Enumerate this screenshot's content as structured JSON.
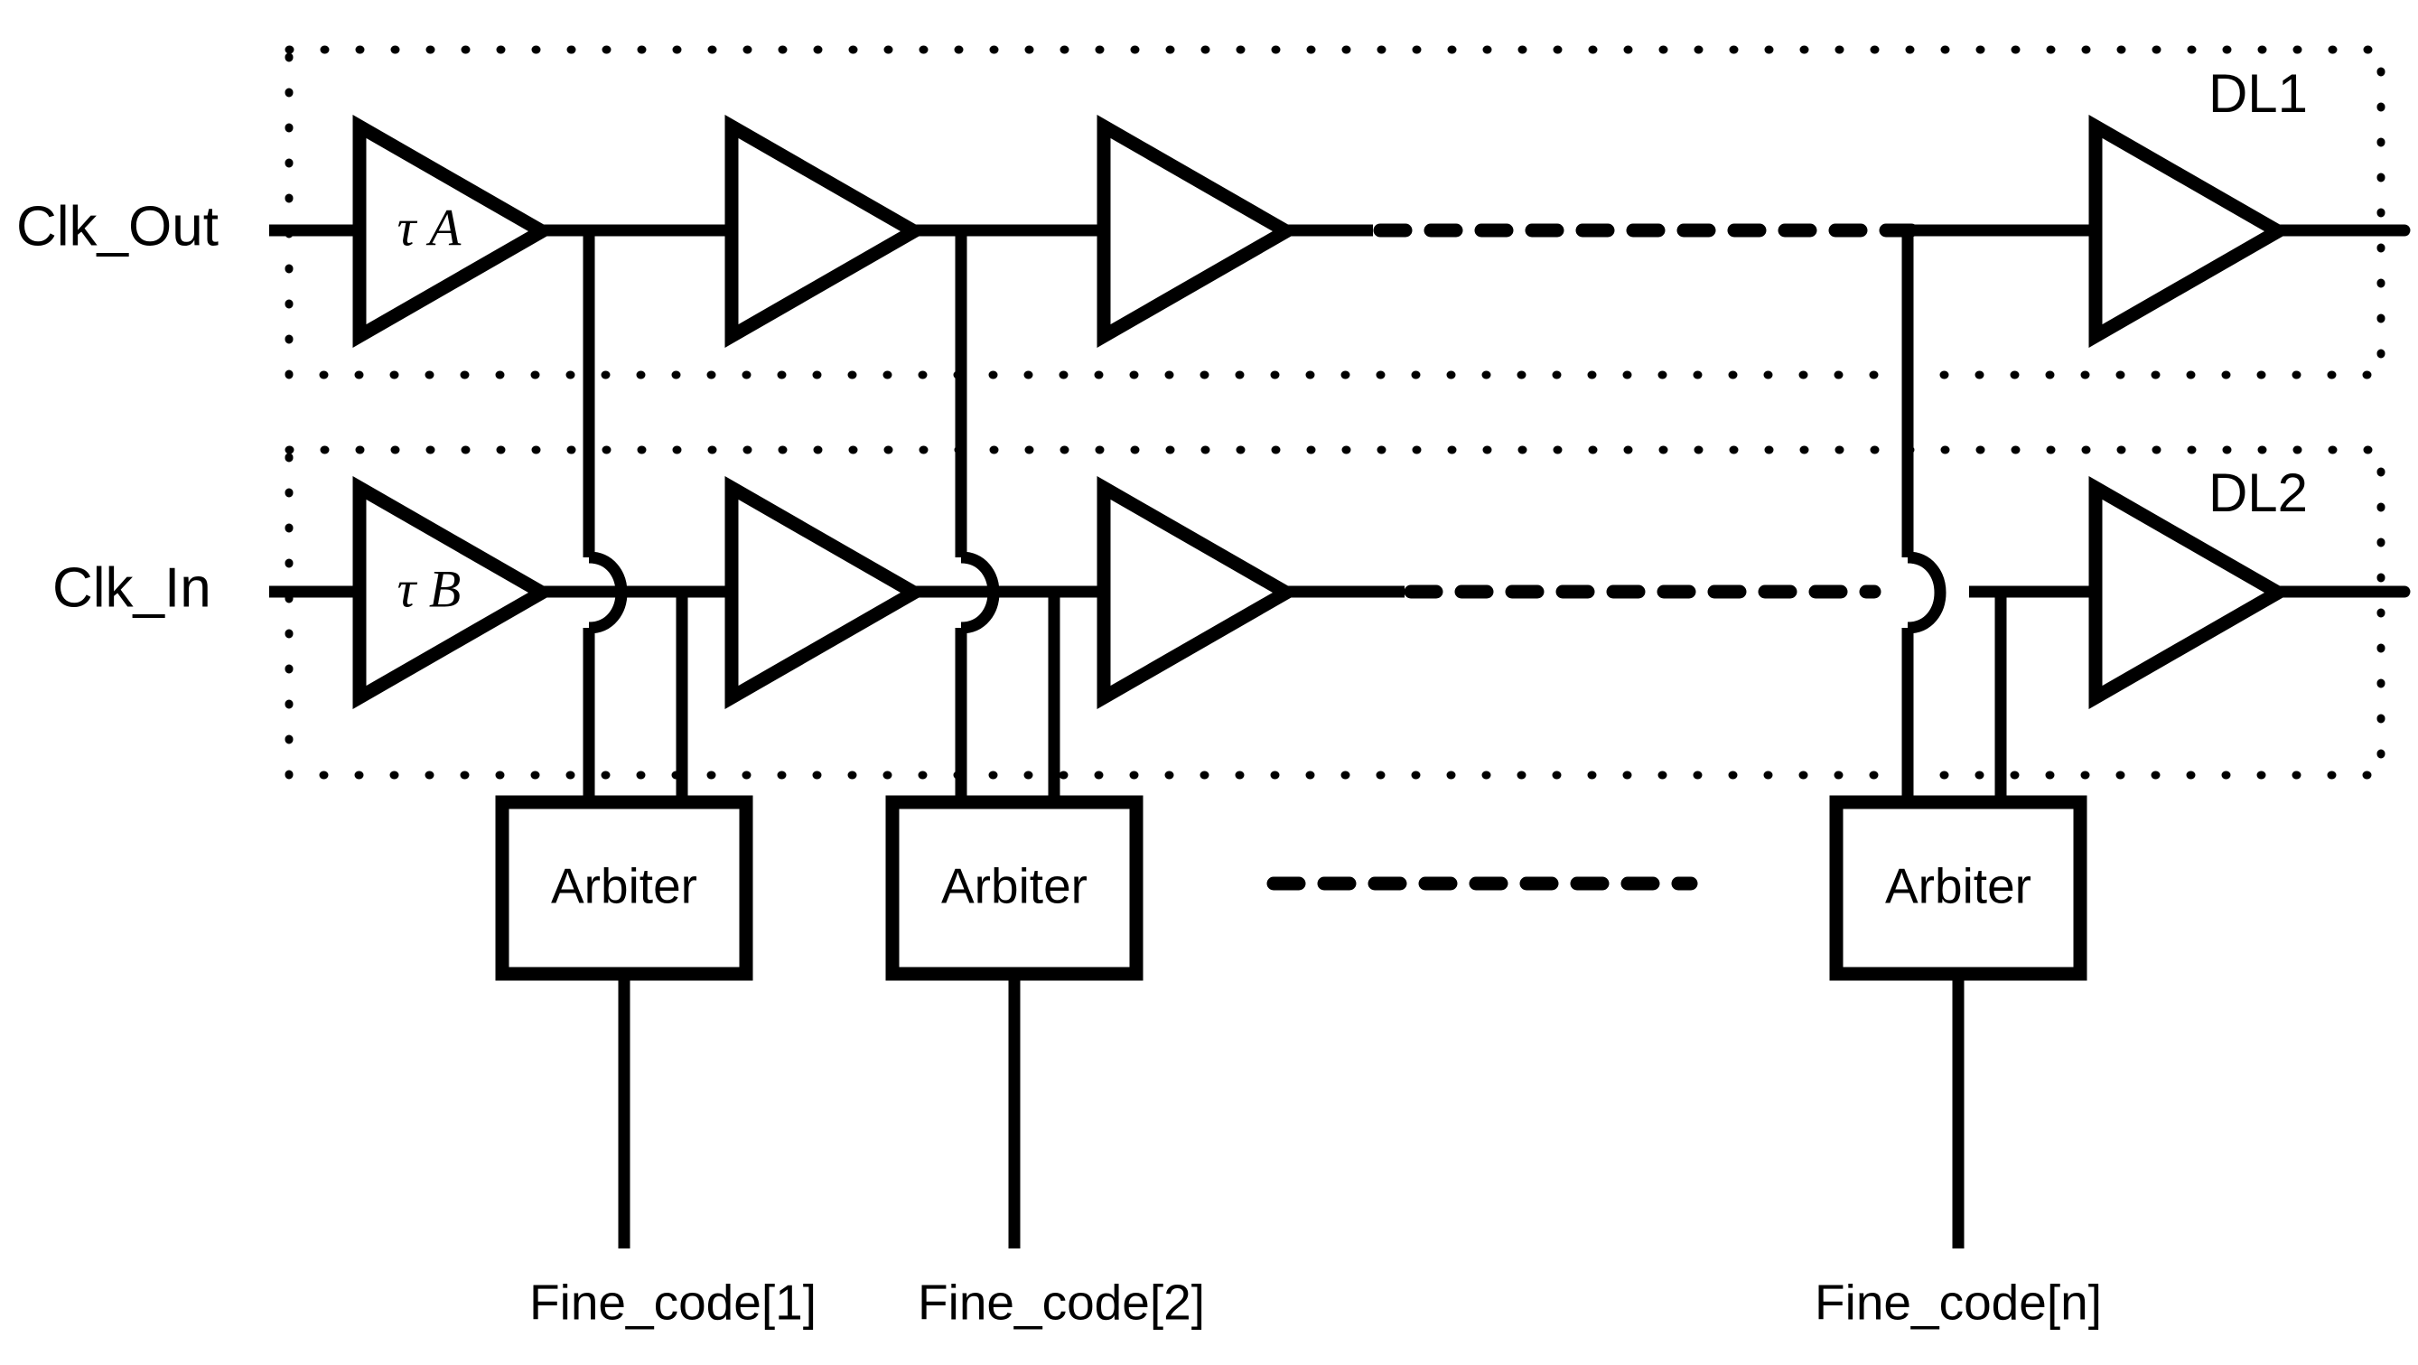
{
  "figure": {
    "type": "schematic",
    "title": "Vernier delay line fine time-to-digital converter",
    "background": "#ffffff",
    "ink": "#000000"
  },
  "labels": {
    "clk_out": "Clk_Out",
    "clk_in": "Clk_In",
    "dl1": "DL1",
    "dl2": "DL2"
  },
  "delay_lines": [
    {
      "id": "DL1",
      "name": "DL1",
      "input_label": "Clk_Out",
      "first_stage_label": "τ A",
      "stage_count_visible": 4,
      "continuation": "dashed"
    },
    {
      "id": "DL2",
      "name": "DL2",
      "input_label": "Clk_In",
      "first_stage_label": "τ B",
      "stage_count_visible": 4,
      "continuation": "dashed"
    }
  ],
  "buffer_labels": {
    "tau_a": "τ A",
    "tau_b": "τ B"
  },
  "arbiters": [
    {
      "label": "Arbiter",
      "output_label": "Fine_code[1]"
    },
    {
      "label": "Arbiter",
      "output_label": "Fine_code[2]"
    },
    {
      "label": "Arbiter",
      "output_label": "Fine_code[n]"
    }
  ],
  "arbiter_label": "Arbiter",
  "outputs": [
    "Fine_code[1]",
    "Fine_code[2]",
    "Fine_code[n]"
  ],
  "ellipsis": {
    "dl1_row": "dashed-line",
    "dl2_row": "dashed-line",
    "arbiter_row": "dashed-line"
  }
}
